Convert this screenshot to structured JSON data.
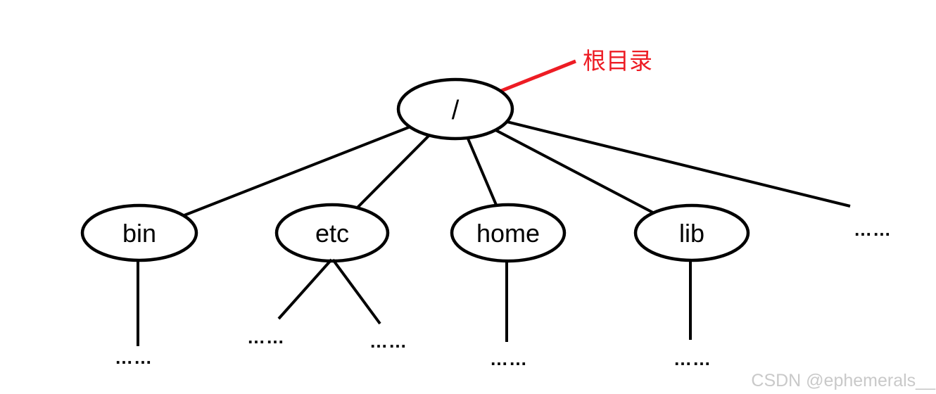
{
  "colors": {
    "background": "#ffffff",
    "edge": "#000000",
    "node_fill": "#ffffff",
    "node_stroke": "#000000",
    "annotation": "#ed1c24",
    "watermark": "#c9c9c9"
  },
  "tree": {
    "root": {
      "label": "/"
    },
    "annotation": {
      "label": "根目录"
    },
    "children": {
      "bin": {
        "label": "bin",
        "child_ellipsis": "……"
      },
      "etc": {
        "label": "etc",
        "child_ellipsis_left": "……",
        "child_ellipsis_right": "……"
      },
      "home": {
        "label": "home",
        "child_ellipsis": "……"
      },
      "lib": {
        "label": "lib",
        "child_ellipsis": "……"
      },
      "more": {
        "label": "……"
      }
    }
  },
  "watermark": {
    "text": "CSDN @ephemerals__"
  }
}
